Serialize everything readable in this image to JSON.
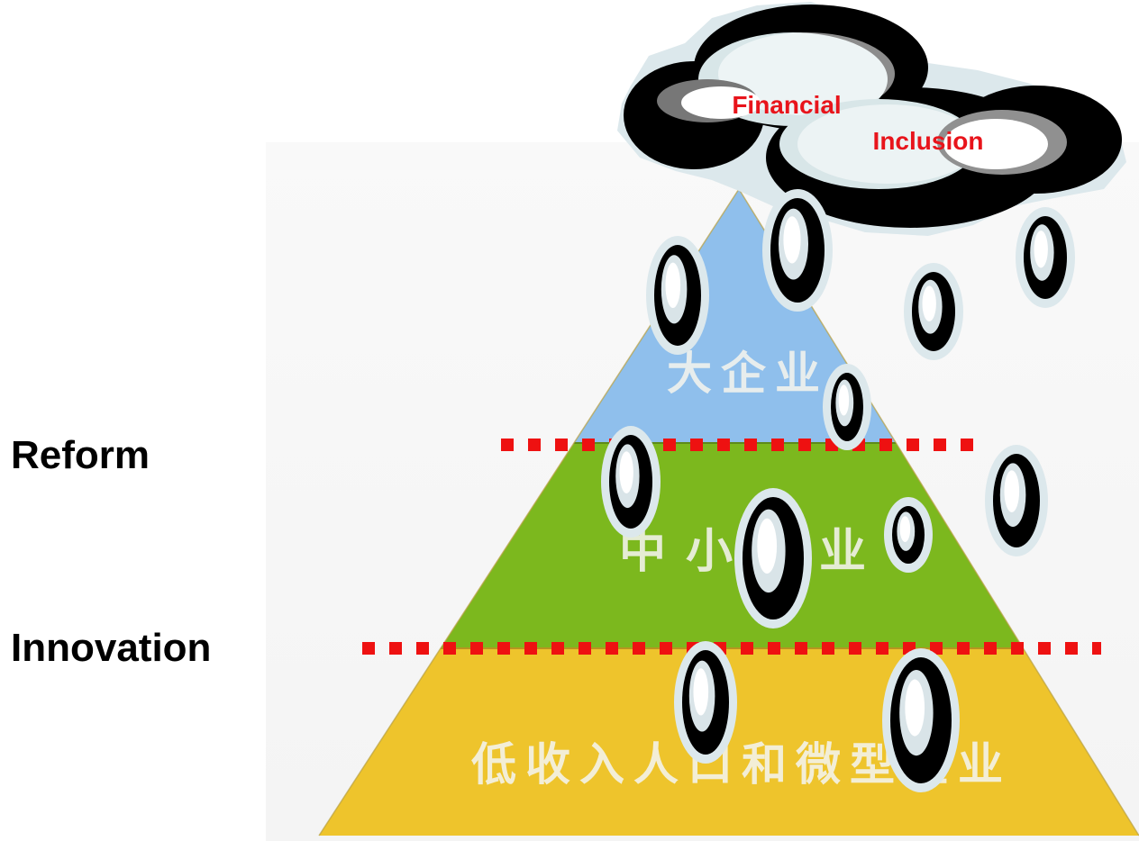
{
  "labels": {
    "reform": "Reform",
    "innovation": "Innovation"
  },
  "cloud": {
    "line1": "Financial",
    "line2": "Inclusion"
  },
  "tiers": {
    "top": "大企业",
    "middle": "中小企业",
    "bottom": "低收入人口和微型企业"
  },
  "colors": {
    "top_tier": "#8fbfec",
    "middle_tier": "#7cb81e",
    "bottom_tier": "#eec42c",
    "dashed_line": "#ee1111",
    "cloud_text": "#e8141b"
  }
}
